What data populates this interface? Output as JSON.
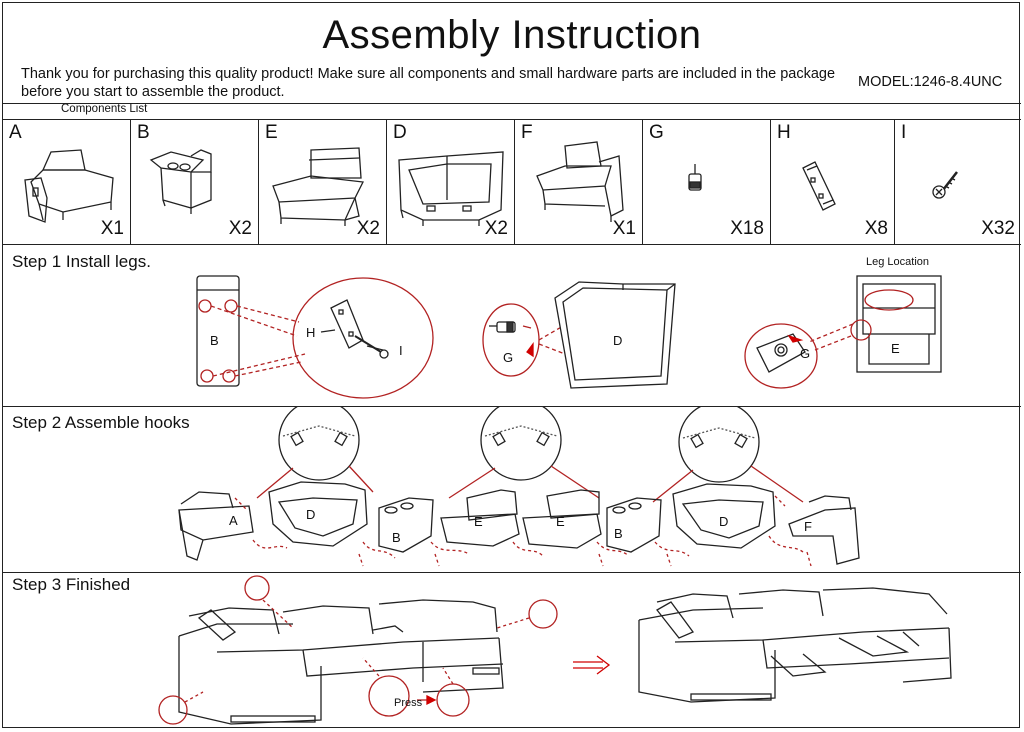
{
  "title": "Assembly Instruction",
  "intro": "Thank you for purchasing this quality product!  Make sure all components and small hardware parts are included in the package before you start to assemble the product.",
  "model": "MODEL:1246-8.4UNC",
  "components_list_label": "Components List",
  "components": [
    {
      "letter": "A",
      "qty": "X1",
      "icon": "left-arm-recliner-icon"
    },
    {
      "letter": "B",
      "qty": "X2",
      "icon": "console-cupholder-icon"
    },
    {
      "letter": "E",
      "qty": "X2",
      "icon": "armless-recliner-icon"
    },
    {
      "letter": "D",
      "qty": "X2",
      "icon": "corner-wedge-icon"
    },
    {
      "letter": "F",
      "qty": "X1",
      "icon": "right-arm-recliner-icon"
    },
    {
      "letter": "G",
      "qty": "X18",
      "icon": "leg-foot-icon"
    },
    {
      "letter": "H",
      "qty": "X8",
      "icon": "connector-hook-icon"
    },
    {
      "letter": "I",
      "qty": "X32",
      "icon": "screw-icon"
    }
  ],
  "steps": [
    {
      "title": "Step 1  Install legs.",
      "labels": {
        "b": "B",
        "h": "H",
        "i": "I",
        "g1": "G",
        "d": "D",
        "leg_location": "Leg Location",
        "g2": "G",
        "e": "E"
      }
    },
    {
      "title": "Step 2  Assemble hooks",
      "labels": {
        "a": "A",
        "d1": "D",
        "b1": "B",
        "e1": "E",
        "e2": "E",
        "b2": "B",
        "d2": "D",
        "f": "F"
      }
    },
    {
      "title": "Step 3  Finished",
      "labels": {
        "press": "Press"
      }
    }
  ],
  "colors": {
    "accent": "#d00000",
    "line": "#222222",
    "circle": "#b22222"
  }
}
